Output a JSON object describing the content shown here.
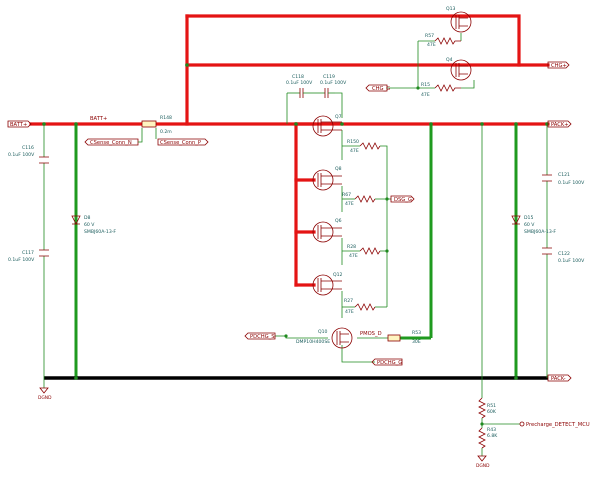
{
  "labels": {
    "batt_plus_port": "BATT+",
    "batt_plus_net": "BATT+",
    "chg_plus": "CHG+",
    "pack_plus": "PACK+",
    "pack_minus": "PACK-",
    "chg_g": "CHG_G",
    "dsg_g": "DSG_G",
    "pdchg_s": "PDCHG_S",
    "pdchg_g": "PDCHG_G",
    "pmos_d": "PMOS_D",
    "csense_n": "CSense_Conn_N",
    "csense_p": "CSense_Conn_P",
    "precharge": "Precharge_DETECT_MCU",
    "dgnd1": "DGND",
    "dgnd2": "DGND"
  },
  "components": {
    "q13": "Q13",
    "q4": "Q4",
    "r57": {
      "ref": "R57",
      "val": "47E"
    },
    "r15": {
      "ref": "R15",
      "val": "47E"
    },
    "c118": {
      "ref": "C118",
      "val": "0.1uF 100V"
    },
    "c119": {
      "ref": "C119",
      "val": "0.1uF 100V"
    },
    "r148": {
      "ref": "R148",
      "val": "0.2m"
    },
    "q7": "Q7",
    "q8": "Q8",
    "q6": "Q6",
    "q12": "Q12",
    "r150": {
      "ref": "R150",
      "val": "47E"
    },
    "r67": {
      "ref": "R67",
      "val": "47E"
    },
    "r28": {
      "ref": "R28",
      "val": "47E"
    },
    "r27": {
      "ref": "R27",
      "val": "47E"
    },
    "c116": {
      "ref": "C116",
      "val": "0.1uF 100V"
    },
    "c117": {
      "ref": "C117",
      "val": "0.1uF 100V"
    },
    "d8": {
      "ref": "D8",
      "val1": "60 V",
      "val2": "SMBJ60A-13-F"
    },
    "d15": {
      "ref": "D15",
      "val1": "60 V",
      "val2": "SMBJ60A-13-F"
    },
    "c121": {
      "ref": "C121",
      "val": "0.1uF 100V"
    },
    "c122": {
      "ref": "C122",
      "val": "0.1uF 100V"
    },
    "q10": {
      "ref": "Q10",
      "val": "DMP10H400SE"
    },
    "r53": {
      "ref": "R53",
      "val": "30E"
    },
    "r51": {
      "ref": "R51",
      "val": "60K"
    },
    "r43": {
      "ref": "R43",
      "val": "6.8K"
    }
  }
}
